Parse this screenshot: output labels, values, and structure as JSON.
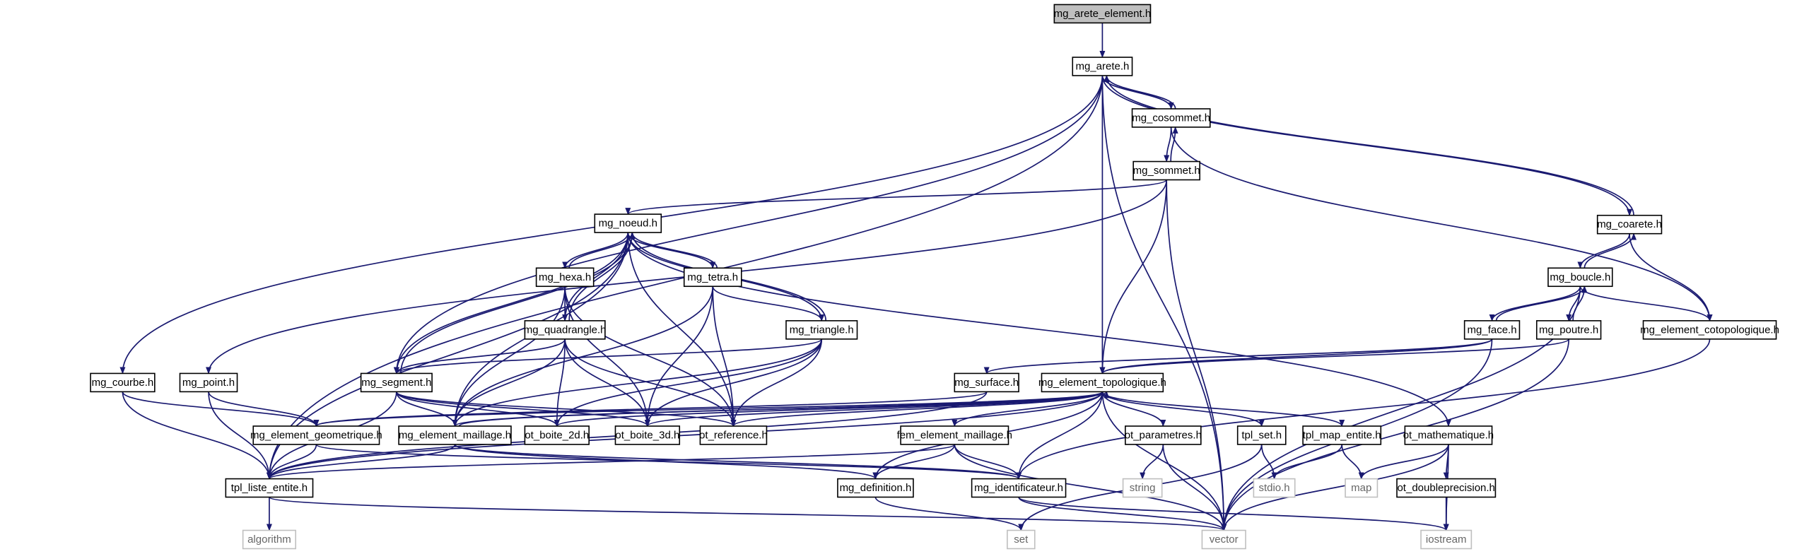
{
  "graph": {
    "title": "mg_arete_element.h",
    "edge_color": "#191970",
    "root_fill": "#bfbfbf",
    "nodes": [
      {
        "id": "mg_arete_element.h",
        "label": "mg_arete_element.h",
        "kind": "root"
      },
      {
        "id": "mg_arete.h",
        "label": "mg_arete.h",
        "kind": "file"
      },
      {
        "id": "mg_cosommet.h",
        "label": "mg_cosommet.h",
        "kind": "file"
      },
      {
        "id": "mg_sommet.h",
        "label": "mg_sommet.h",
        "kind": "file"
      },
      {
        "id": "mg_noeud.h",
        "label": "mg_noeud.h",
        "kind": "file"
      },
      {
        "id": "mg_coarete.h",
        "label": "mg_coarete.h",
        "kind": "file"
      },
      {
        "id": "mg_boucle.h",
        "label": "mg_boucle.h",
        "kind": "file"
      },
      {
        "id": "mg_hexa.h",
        "label": "mg_hexa.h",
        "kind": "file"
      },
      {
        "id": "mg_tetra.h",
        "label": "mg_tetra.h",
        "kind": "file"
      },
      {
        "id": "mg_quadrangle.h",
        "label": "mg_quadrangle.h",
        "kind": "file"
      },
      {
        "id": "mg_triangle.h",
        "label": "mg_triangle.h",
        "kind": "file"
      },
      {
        "id": "mg_face.h",
        "label": "mg_face.h",
        "kind": "file"
      },
      {
        "id": "mg_poutre.h",
        "label": "mg_poutre.h",
        "kind": "file"
      },
      {
        "id": "mg_element_cotopologique.h",
        "label": "mg_element_cotopologique.h",
        "kind": "file"
      },
      {
        "id": "mg_courbe.h",
        "label": "mg_courbe.h",
        "kind": "file"
      },
      {
        "id": "mg_point.h",
        "label": "mg_point.h",
        "kind": "file"
      },
      {
        "id": "mg_segment.h",
        "label": "mg_segment.h",
        "kind": "file"
      },
      {
        "id": "mg_surface.h",
        "label": "mg_surface.h",
        "kind": "file"
      },
      {
        "id": "mg_element_topologique.h",
        "label": "mg_element_topologique.h",
        "kind": "file"
      },
      {
        "id": "mg_element_geometrique.h",
        "label": "mg_element_geometrique.h",
        "kind": "file"
      },
      {
        "id": "mg_element_maillage.h",
        "label": "mg_element_maillage.h",
        "kind": "file"
      },
      {
        "id": "ot_boite_2d.h",
        "label": "ot_boite_2d.h",
        "kind": "file"
      },
      {
        "id": "ot_boite_3d.h",
        "label": "ot_boite_3d.h",
        "kind": "file"
      },
      {
        "id": "ot_reference.h",
        "label": "ot_reference.h",
        "kind": "file"
      },
      {
        "id": "fem_element_maillage.h",
        "label": "fem_element_maillage.h",
        "kind": "file"
      },
      {
        "id": "ot_parametres.h",
        "label": "ot_parametres.h",
        "kind": "file"
      },
      {
        "id": "tpl_set.h",
        "label": "tpl_set.h",
        "kind": "file"
      },
      {
        "id": "tpl_map_entite.h",
        "label": "tpl_map_entite.h",
        "kind": "file"
      },
      {
        "id": "ot_mathematique.h",
        "label": "ot_mathematique.h",
        "kind": "file"
      },
      {
        "id": "tpl_liste_entite.h",
        "label": "tpl_liste_entite.h",
        "kind": "file"
      },
      {
        "id": "mg_definition.h",
        "label": "mg_definition.h",
        "kind": "file"
      },
      {
        "id": "mg_identificateur.h",
        "label": "mg_identificateur.h",
        "kind": "file"
      },
      {
        "id": "ot_doubleprecision.h",
        "label": "ot_doubleprecision.h",
        "kind": "file"
      },
      {
        "id": "string",
        "label": "string",
        "kind": "ext"
      },
      {
        "id": "stdio.h",
        "label": "stdio.h",
        "kind": "ext"
      },
      {
        "id": "map",
        "label": "map",
        "kind": "ext"
      },
      {
        "id": "algorithm",
        "label": "algorithm",
        "kind": "ext"
      },
      {
        "id": "set",
        "label": "set",
        "kind": "ext"
      },
      {
        "id": "vector",
        "label": "vector",
        "kind": "ext"
      },
      {
        "id": "iostream",
        "label": "iostream",
        "kind": "ext"
      }
    ],
    "edges": [
      [
        "mg_arete_element.h",
        "mg_arete.h"
      ],
      [
        "mg_arete.h",
        "mg_cosommet.h"
      ],
      [
        "mg_cosommet.h",
        "mg_arete.h"
      ],
      [
        "mg_arete.h",
        "mg_coarete.h"
      ],
      [
        "mg_coarete.h",
        "mg_arete.h"
      ],
      [
        "mg_arete.h",
        "mg_courbe.h"
      ],
      [
        "mg_arete.h",
        "mg_segment.h"
      ],
      [
        "mg_arete.h",
        "mg_element_topologique.h"
      ],
      [
        "mg_arete.h",
        "tpl_liste_entite.h"
      ],
      [
        "mg_arete.h",
        "vector"
      ],
      [
        "mg_cosommet.h",
        "mg_sommet.h"
      ],
      [
        "mg_sommet.h",
        "mg_cosommet.h"
      ],
      [
        "mg_cosommet.h",
        "mg_element_cotopologique.h"
      ],
      [
        "mg_sommet.h",
        "mg_noeud.h"
      ],
      [
        "mg_sommet.h",
        "mg_point.h"
      ],
      [
        "mg_sommet.h",
        "mg_element_topologique.h"
      ],
      [
        "mg_sommet.h",
        "vector"
      ],
      [
        "mg_coarete.h",
        "mg_boucle.h"
      ],
      [
        "mg_boucle.h",
        "mg_coarete.h"
      ],
      [
        "mg_coarete.h",
        "mg_element_cotopologique.h"
      ],
      [
        "mg_boucle.h",
        "mg_face.h"
      ],
      [
        "mg_face.h",
        "mg_boucle.h"
      ],
      [
        "mg_boucle.h",
        "mg_poutre.h"
      ],
      [
        "mg_poutre.h",
        "mg_boucle.h"
      ],
      [
        "mg_boucle.h",
        "mg_element_cotopologique.h"
      ],
      [
        "mg_boucle.h",
        "vector"
      ],
      [
        "mg_face.h",
        "mg_surface.h"
      ],
      [
        "mg_face.h",
        "mg_element_topologique.h"
      ],
      [
        "mg_face.h",
        "vector"
      ],
      [
        "mg_poutre.h",
        "mg_element_topologique.h"
      ],
      [
        "mg_poutre.h",
        "vector"
      ],
      [
        "mg_element_cotopologique.h",
        "mg_identificateur.h"
      ],
      [
        "mg_noeud.h",
        "mg_hexa.h"
      ],
      [
        "mg_hexa.h",
        "mg_noeud.h"
      ],
      [
        "mg_noeud.h",
        "mg_tetra.h"
      ],
      [
        "mg_tetra.h",
        "mg_noeud.h"
      ],
      [
        "mg_noeud.h",
        "mg_quadrangle.h"
      ],
      [
        "mg_quadrangle.h",
        "mg_noeud.h"
      ],
      [
        "mg_noeud.h",
        "mg_triangle.h"
      ],
      [
        "mg_triangle.h",
        "mg_noeud.h"
      ],
      [
        "mg_noeud.h",
        "mg_segment.h"
      ],
      [
        "mg_segment.h",
        "mg_noeud.h"
      ],
      [
        "mg_noeud.h",
        "mg_element_maillage.h"
      ],
      [
        "mg_noeud.h",
        "tpl_liste_entite.h"
      ],
      [
        "mg_noeud.h",
        "ot_reference.h"
      ],
      [
        "mg_noeud.h",
        "ot_mathematique.h"
      ],
      [
        "mg_hexa.h",
        "mg_quadrangle.h"
      ],
      [
        "mg_hexa.h",
        "mg_element_maillage.h"
      ],
      [
        "mg_hexa.h",
        "ot_boite_3d.h"
      ],
      [
        "mg_hexa.h",
        "ot_reference.h"
      ],
      [
        "mg_tetra.h",
        "mg_triangle.h"
      ],
      [
        "mg_tetra.h",
        "mg_element_maillage.h"
      ],
      [
        "mg_tetra.h",
        "ot_boite_3d.h"
      ],
      [
        "mg_tetra.h",
        "ot_reference.h"
      ],
      [
        "mg_quadrangle.h",
        "mg_segment.h"
      ],
      [
        "mg_quadrangle.h",
        "mg_element_maillage.h"
      ],
      [
        "mg_quadrangle.h",
        "ot_boite_2d.h"
      ],
      [
        "mg_quadrangle.h",
        "ot_boite_3d.h"
      ],
      [
        "mg_quadrangle.h",
        "ot_reference.h"
      ],
      [
        "mg_triangle.h",
        "mg_segment.h"
      ],
      [
        "mg_triangle.h",
        "mg_element_maillage.h"
      ],
      [
        "mg_triangle.h",
        "ot_boite_2d.h"
      ],
      [
        "mg_triangle.h",
        "ot_boite_3d.h"
      ],
      [
        "mg_triangle.h",
        "ot_reference.h"
      ],
      [
        "mg_segment.h",
        "mg_element_maillage.h"
      ],
      [
        "mg_segment.h",
        "ot_boite_2d.h"
      ],
      [
        "mg_segment.h",
        "ot_boite_3d.h"
      ],
      [
        "mg_segment.h",
        "ot_reference.h"
      ],
      [
        "mg_segment.h",
        "tpl_liste_entite.h"
      ],
      [
        "mg_courbe.h",
        "mg_element_geometrique.h"
      ],
      [
        "mg_courbe.h",
        "tpl_liste_entite.h"
      ],
      [
        "mg_point.h",
        "mg_element_geometrique.h"
      ],
      [
        "mg_point.h",
        "tpl_liste_entite.h"
      ],
      [
        "mg_surface.h",
        "mg_element_geometrique.h"
      ],
      [
        "mg_surface.h",
        "tpl_liste_entite.h"
      ],
      [
        "mg_element_topologique.h",
        "mg_element_maillage.h"
      ],
      [
        "mg_element_topologique.h",
        "ot_boite_2d.h"
      ],
      [
        "mg_element_topologique.h",
        "ot_boite_3d.h"
      ],
      [
        "mg_element_topologique.h",
        "ot_reference.h"
      ],
      [
        "mg_element_topologique.h",
        "fem_element_maillage.h"
      ],
      [
        "mg_element_topologique.h",
        "ot_parametres.h"
      ],
      [
        "mg_element_topologique.h",
        "tpl_set.h"
      ],
      [
        "mg_element_topologique.h",
        "tpl_map_entite.h"
      ],
      [
        "mg_element_topologique.h",
        "tpl_liste_entite.h"
      ],
      [
        "mg_element_topologique.h",
        "mg_definition.h"
      ],
      [
        "mg_element_topologique.h",
        "mg_identificateur.h"
      ],
      [
        "mg_element_topologique.h",
        "vector"
      ],
      [
        "mg_element_topologique.h",
        "mg_element_geometrique.h"
      ],
      [
        "mg_element_maillage.h",
        "mg_element_topologique.h"
      ],
      [
        "mg_element_maillage.h",
        "tpl_liste_entite.h"
      ],
      [
        "mg_element_maillage.h",
        "mg_identificateur.h"
      ],
      [
        "mg_element_maillage.h",
        "mg_definition.h"
      ],
      [
        "mg_element_geometrique.h",
        "tpl_liste_entite.h"
      ],
      [
        "mg_element_geometrique.h",
        "mg_identificateur.h"
      ],
      [
        "fem_element_maillage.h",
        "tpl_liste_entite.h"
      ],
      [
        "fem_element_maillage.h",
        "mg_definition.h"
      ],
      [
        "fem_element_maillage.h",
        "mg_identificateur.h"
      ],
      [
        "fem_element_maillage.h",
        "vector"
      ],
      [
        "ot_parametres.h",
        "string"
      ],
      [
        "ot_parametres.h",
        "vector"
      ],
      [
        "tpl_set.h",
        "stdio.h"
      ],
      [
        "tpl_set.h",
        "set"
      ],
      [
        "tpl_map_entite.h",
        "stdio.h"
      ],
      [
        "tpl_map_entite.h",
        "map"
      ],
      [
        "ot_mathematique.h",
        "ot_doubleprecision.h"
      ],
      [
        "ot_mathematique.h",
        "map"
      ],
      [
        "ot_mathematique.h",
        "vector"
      ],
      [
        "ot_mathematique.h",
        "iostream"
      ],
      [
        "ot_doubleprecision.h",
        "iostream"
      ],
      [
        "tpl_liste_entite.h",
        "algorithm"
      ],
      [
        "tpl_liste_entite.h",
        "vector"
      ],
      [
        "mg_definition.h",
        "set"
      ],
      [
        "mg_identificateur.h",
        "vector"
      ],
      [
        "mg_identificateur.h",
        "iostream"
      ]
    ]
  }
}
